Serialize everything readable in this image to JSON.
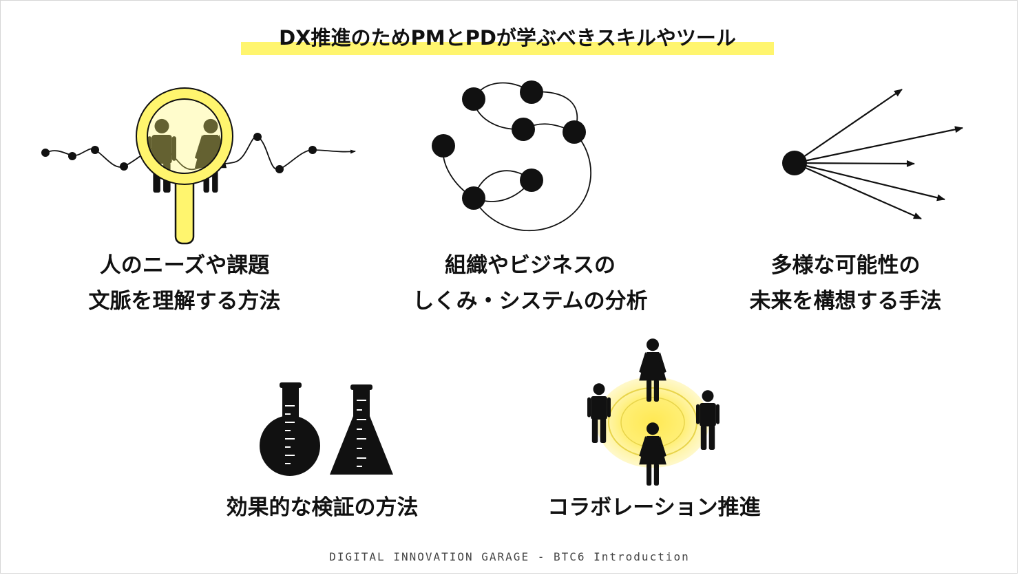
{
  "title": "DX推進のためPMとPDが学ぶべきスキルやツール",
  "skills": [
    {
      "line1": "人のニーズや課題",
      "line2": "文脈を理解する方法"
    },
    {
      "line1": "組織やビジネスの",
      "line2": "しくみ・システムの分析"
    },
    {
      "line1": "多様な可能性の",
      "line2": "未来を構想する手法"
    },
    {
      "line1": "効果的な検証の方法"
    },
    {
      "line1": "コラボレーション推進"
    }
  ],
  "footer": "DIGITAL INNOVATION GARAGE - BTC6 Introduction",
  "colors": {
    "accent": "#fff56e",
    "glow": "#ffe74a",
    "ink": "#111111"
  }
}
